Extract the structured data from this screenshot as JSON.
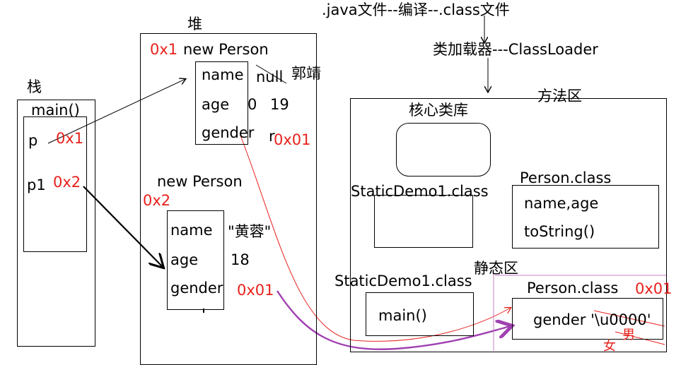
{
  "header": {
    "compile": ".java文件--编译--.class文件",
    "loader": "类加载器---ClassLoader"
  },
  "stack": {
    "title": "栈",
    "frame": "main()",
    "p": "p",
    "p_ref": "0x1",
    "p1": "p1",
    "p1_ref": "0x2"
  },
  "heap": {
    "title": "堆",
    "obj1": {
      "addr": "0x1",
      "label": "new Person",
      "name_field": "name",
      "name_default": "null",
      "name_value": "郭靖",
      "age_field": "age",
      "age_default": "0",
      "age_value": "19",
      "gender_field": "gender",
      "gender_marker": "r",
      "gender_ref": "0x01"
    },
    "obj2": {
      "label": "new Person",
      "addr": "0x2",
      "name_field": "name",
      "name_value": "\"黄蓉\"",
      "age_field": "age",
      "age_value": "18",
      "gender_field": "gender",
      "gender_ref": "0x01"
    }
  },
  "method_area": {
    "title": "方法区",
    "core_lib": "核心类库",
    "static_demo_class": "StaticDemo1.class",
    "person_class": "Person.class",
    "person_members": [
      "name,age",
      "toString()"
    ]
  },
  "static_area": {
    "title": "静态区",
    "static_demo_class": "StaticDemo1.class",
    "main": "main()",
    "person_class": "Person.class",
    "person_addr": "0x01",
    "gender_field": "gender '\\u0000'",
    "scribble_female": "女",
    "scribble_male": "男"
  },
  "colors": {
    "ink": "#000000",
    "annotation_red": "#e8211c",
    "arrow_purple": "#a040b0",
    "divider_pink": "#c080c0"
  }
}
